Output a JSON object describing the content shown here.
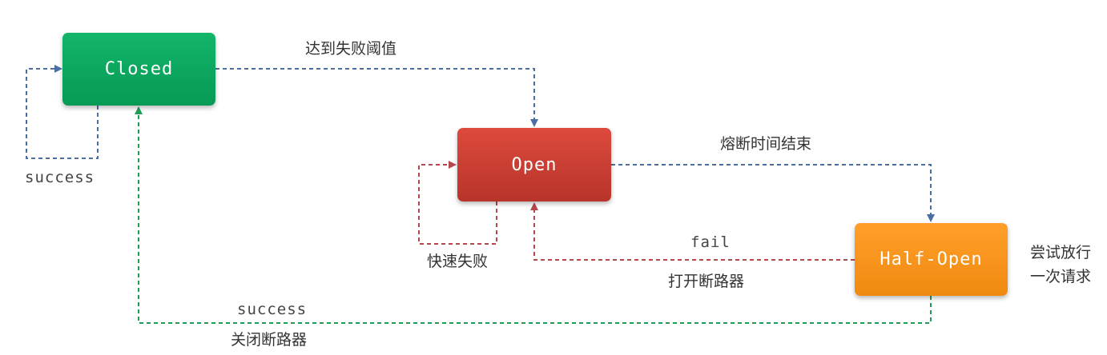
{
  "states": {
    "closed": "Closed",
    "open": "Open",
    "half_open": "Half-Open"
  },
  "labels": {
    "closed_to_open": "达到失败阈值",
    "closed_self": "success",
    "open_to_half": "熔断时间结束",
    "open_self": "快速失败",
    "half_to_open_top": "fail",
    "half_to_open_bottom": "打开断路器",
    "half_note_line1": "尝试放行",
    "half_note_line2": "一次请求",
    "half_to_closed_top": "success",
    "half_to_closed_bottom": "关闭断路器"
  },
  "colors": {
    "closed": "#09a65e",
    "open": "#c93d31",
    "half_open": "#f7941d",
    "blue_arrow": "#4a6fa5",
    "red_arrow": "#b5474f",
    "green_arrow": "#1e9e55"
  }
}
